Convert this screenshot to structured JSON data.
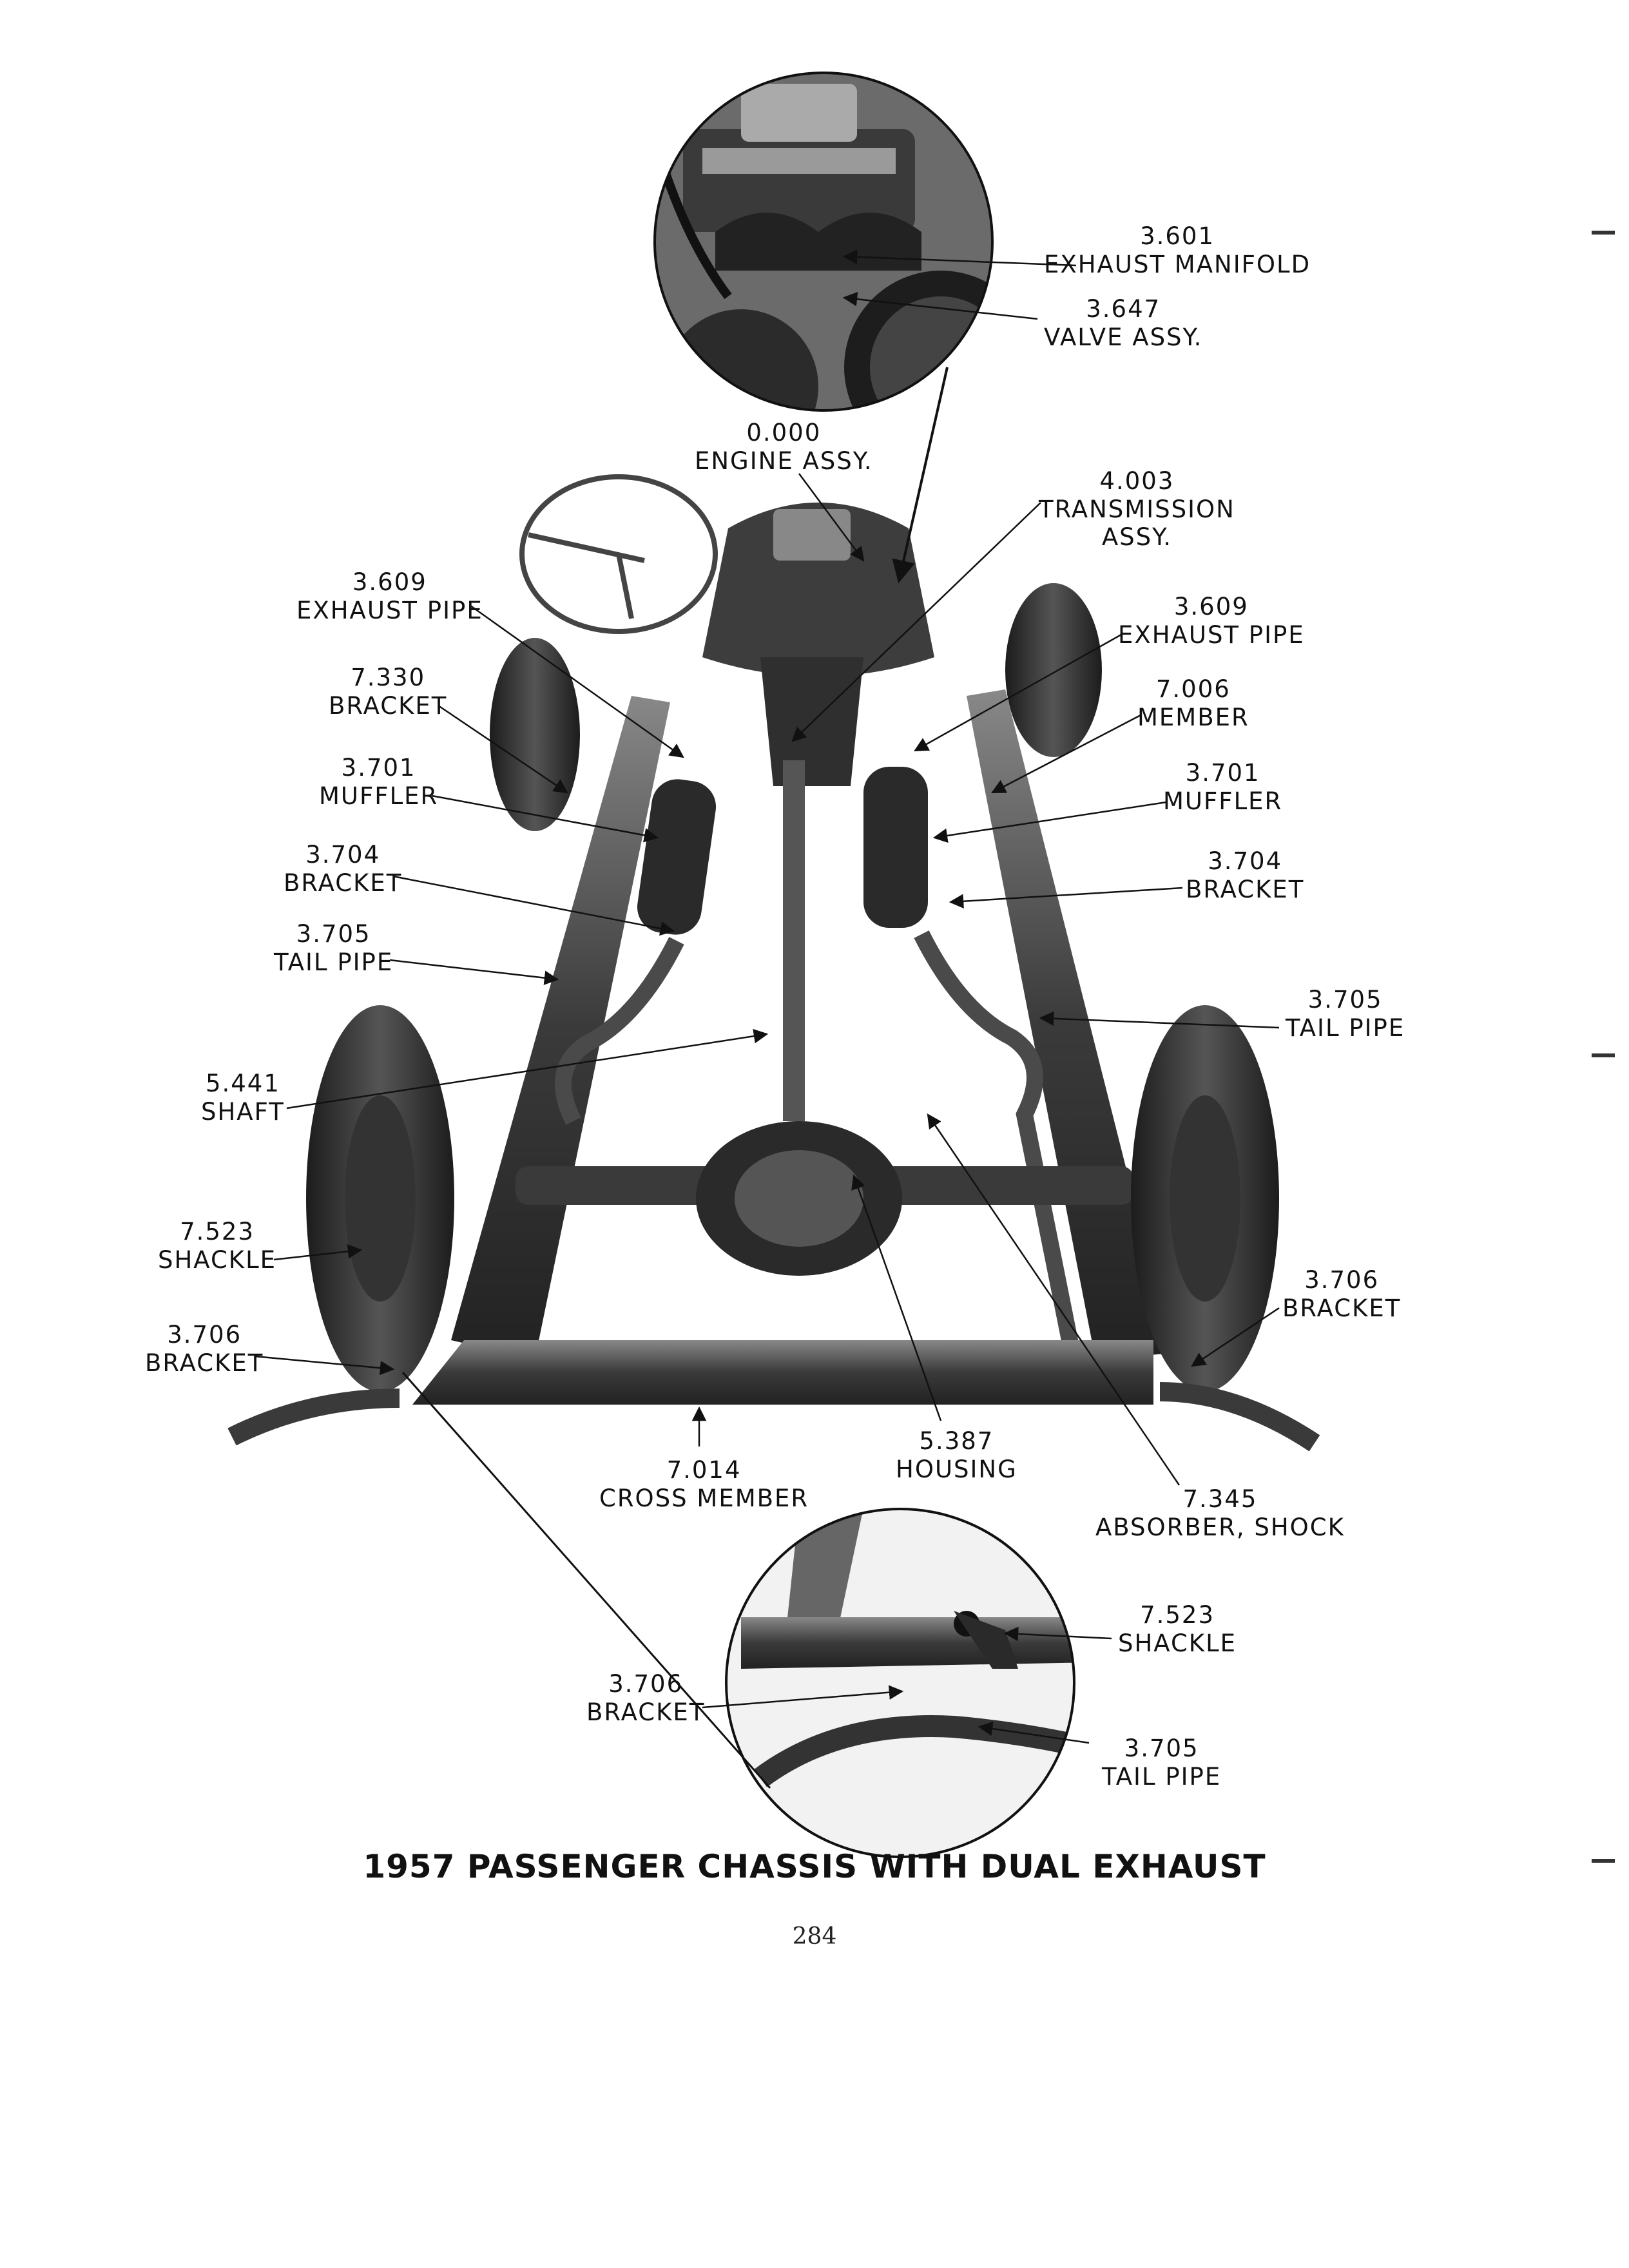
{
  "title": "1957 PASSENGER CHASSIS WITH DUAL EXHAUST",
  "page_number": "284",
  "callouts": {
    "exhaust_manifold": {
      "number": "3.601",
      "name": "EXHAUST MANIFOLD"
    },
    "valve_assy": {
      "number": "3.647",
      "name": "VALVE ASSY."
    },
    "engine_assy": {
      "number": "0.000",
      "name": "ENGINE ASSY."
    },
    "transmission_assy": {
      "number": "4.003",
      "name": "TRANSMISSION",
      "name2": "ASSY."
    },
    "exhaust_pipe_left": {
      "number": "3.609",
      "name": "EXHAUST PIPE"
    },
    "exhaust_pipe_right": {
      "number": "3.609",
      "name": "EXHAUST PIPE"
    },
    "bracket_7330": {
      "number": "7.330",
      "name": "BRACKET"
    },
    "member_7006": {
      "number": "7.006",
      "name": "MEMBER"
    },
    "muffler_left": {
      "number": "3.701",
      "name": "MUFFLER"
    },
    "muffler_right": {
      "number": "3.701",
      "name": "MUFFLER"
    },
    "bracket_3704_left": {
      "number": "3.704",
      "name": "BRACKET"
    },
    "bracket_3704_right": {
      "number": "3.704",
      "name": "BRACKET"
    },
    "tail_pipe_left": {
      "number": "3.705",
      "name": "TAIL PIPE"
    },
    "tail_pipe_right": {
      "number": "3.705",
      "name": "TAIL PIPE"
    },
    "shaft": {
      "number": "5.441",
      "name": "SHAFT"
    },
    "shackle_left": {
      "number": "7.523",
      "name": "SHACKLE"
    },
    "bracket_3706_left": {
      "number": "3.706",
      "name": "BRACKET"
    },
    "bracket_3706_right": {
      "number": "3.706",
      "name": "BRACKET"
    },
    "cross_member": {
      "number": "7.014",
      "name": "CROSS MEMBER"
    },
    "housing": {
      "number": "5.387",
      "name": "HOUSING"
    },
    "shock_absorber": {
      "number": "7.345",
      "name": "ABSORBER, SHOCK"
    },
    "inset_shackle": {
      "number": "7.523",
      "name": "SHACKLE"
    },
    "inset_bracket": {
      "number": "3.706",
      "name": "BRACKET"
    },
    "inset_tail_pipe": {
      "number": "3.705",
      "name": "TAIL PIPE"
    }
  },
  "colors": {
    "ink": "#111111",
    "paper": "#ffffff",
    "photo_dark": "#2a2a2a",
    "photo_mid": "#777777"
  }
}
